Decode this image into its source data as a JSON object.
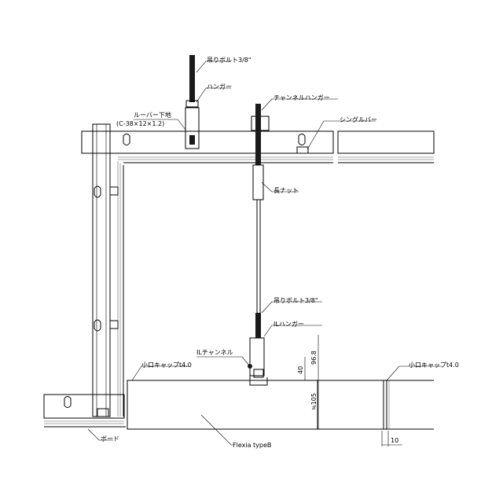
{
  "labels": {
    "hanging_bolt_top": "吊りボルト3/8\"",
    "hanger": "ハンガー",
    "channel_hanger": "チャンネルハンガー",
    "louver_base_1": "ルーバー下地",
    "louver_base_2": "(C-38×12×1.2)",
    "single_bar": "シングルバー",
    "long_nut": "長ナット",
    "hanging_bolt_mid": "吊りボルト3/8\"",
    "il_hanger": "ILハンガー",
    "il_channel": "ILチャンネル",
    "small_cap_left": "小口キャップt4.0",
    "small_cap_right": "小口キャップt4.0",
    "board": "ボード",
    "flexia": "Flexia typeB"
  },
  "dimensions": {
    "d_96_8": "96.8",
    "d_40": "40",
    "d_105": "≒105",
    "d_10": "10"
  },
  "colors": {
    "line": "#000000",
    "bolt": "#1a1a1a",
    "background": "#ffffff"
  }
}
